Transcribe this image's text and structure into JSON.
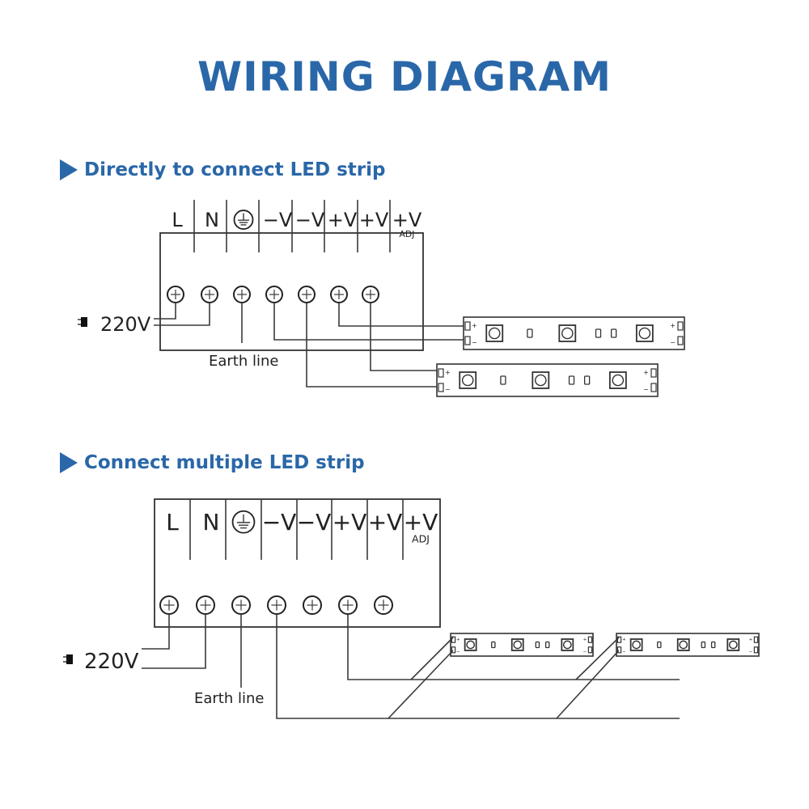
{
  "title": "WIRING DIAGRAM",
  "colors": {
    "accent": "#2a67a8",
    "line": "#3a3a3a",
    "text": "#222222"
  },
  "sections": [
    {
      "heading": "Directly to connect LED strip",
      "icon": "play-triangle-icon",
      "terminals": [
        {
          "label": "L"
        },
        {
          "label": "N"
        },
        {
          "label": "",
          "icon": "earth-ground-icon"
        },
        {
          "label": "−V"
        },
        {
          "label": "−V"
        },
        {
          "label": "+V"
        },
        {
          "label": "+V"
        },
        {
          "label": "+V",
          "sublabel": "ADJ"
        }
      ],
      "input_label": "220V",
      "earth_label": "Earth line",
      "strip_count": 2,
      "strip_polarity": [
        "+",
        "−"
      ]
    },
    {
      "heading": "Connect multiple LED strip",
      "icon": "play-triangle-icon",
      "terminals": [
        {
          "label": "L"
        },
        {
          "label": "N"
        },
        {
          "label": "",
          "icon": "earth-ground-icon"
        },
        {
          "label": "−V"
        },
        {
          "label": "−V"
        },
        {
          "label": "+V"
        },
        {
          "label": "+V"
        },
        {
          "label": "+V",
          "sublabel": "ADJ"
        }
      ],
      "input_label": "220V",
      "earth_label": "Earth line",
      "strip_count": 2,
      "strip_polarity": [
        "+",
        "−"
      ]
    }
  ]
}
